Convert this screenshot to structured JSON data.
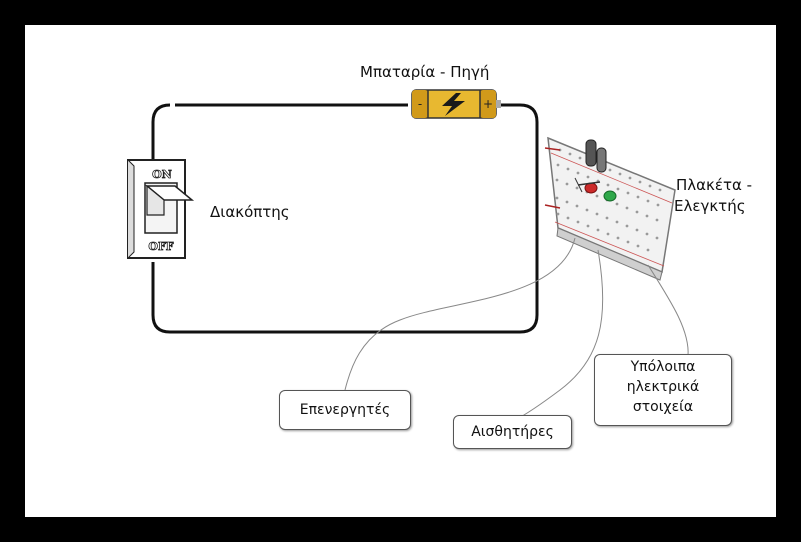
{
  "labels": {
    "battery": "Μπαταρία - Πηγή",
    "switch": "Διακόπτης",
    "board_line1": "Πλακέτα -",
    "board_line2": "Ελεγκτής"
  },
  "switch_text": {
    "on": "ON",
    "off": "OFF"
  },
  "battery_text": {
    "minus": "-",
    "plus": "+"
  },
  "callouts": {
    "actuators": "Επενεργητές",
    "sensors": "Αισθητήρες",
    "other_line1": "Υπόλοιπα",
    "other_line2": "ηλεκτρικά",
    "other_line3": "στοιχεία"
  },
  "colors": {
    "background": "#ffffff",
    "frame": "#000000",
    "battery_body": "#e8b830",
    "battery_bolt": "#1a1a1a",
    "wire": "#111111",
    "led_red": "#cc2a2a",
    "led_green": "#2fa84a"
  }
}
